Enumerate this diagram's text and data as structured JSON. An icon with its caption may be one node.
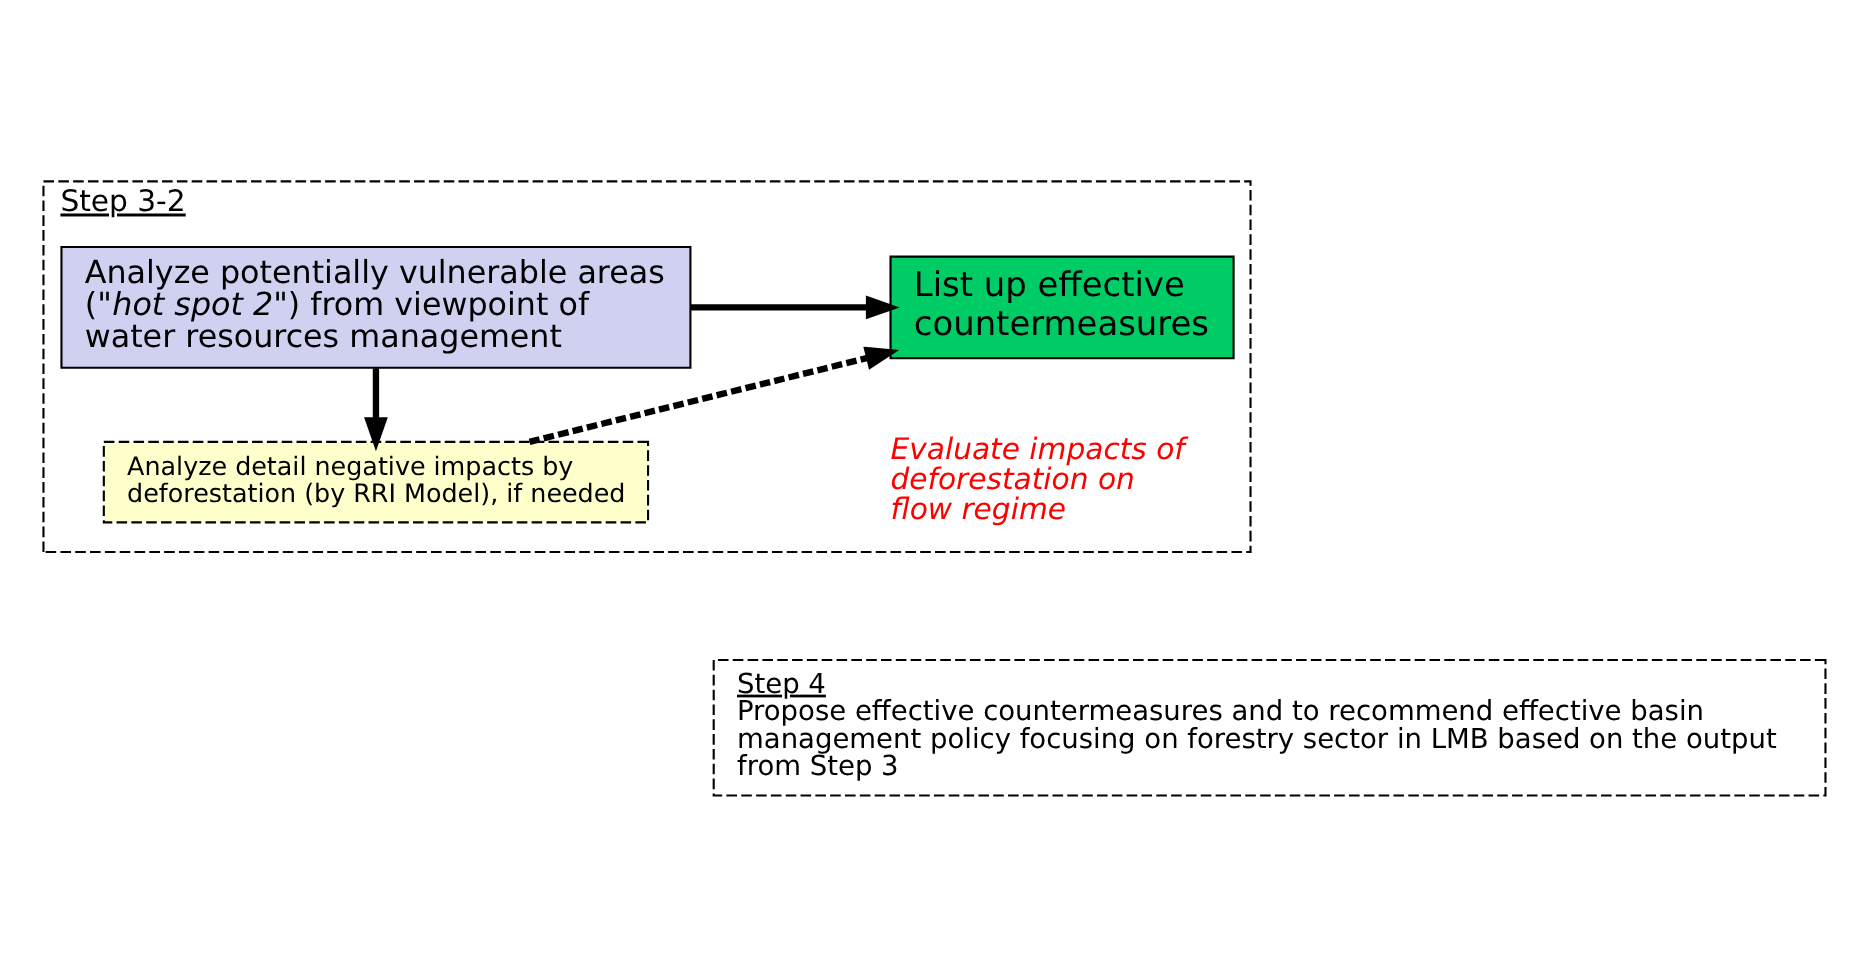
{
  "diagram": {
    "nodes": [
      {
        "text": [
          "Step 3-2"
        ]
      },
      {
        "text": [
          "Analyze potentially vulnerable areas (\"*hot spot 2*\") from viewpoint of water resources management"
        ],
        "in": 0
      },
      {
        "text": [
          "Analyze detail negative impacts by deforestation (by RRI Model), if needed"
        ],
        "in": 0
      },
      {
        "text": [
          "List up effective countermeasures"
        ],
        "in": 0,
        "beside": [
          "Evaluate impacts of deforestation on flow regime"
        ]
      },
      {
        "text": [
          "Step 4",
          "Propose effective countermeasures and to recommend effective basin management policy focusing on forestry sector in LMB based on the output from Step 3"
        ]
      }
    ],
    "edges": [
      {
        "from": 1,
        "to": 3,
        "arrow": "to"
      },
      {
        "from": 1,
        "to": 2,
        "arrow": "to"
      },
      {
        "from": 2,
        "to": 3,
        "arrow": "to",
        "style": "dashed"
      }
    ]
  }
}
